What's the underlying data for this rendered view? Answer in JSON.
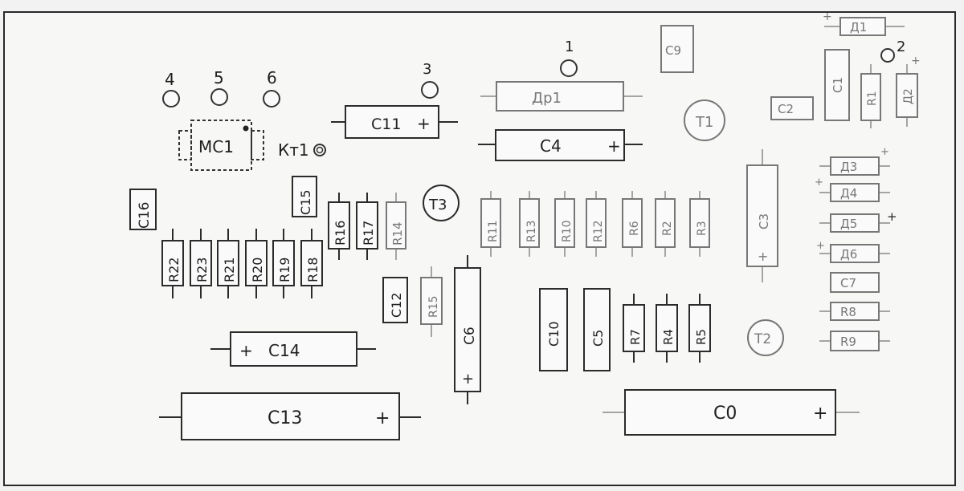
{
  "board": {
    "terminals": [
      "1",
      "2",
      "3",
      "4",
      "5",
      "6"
    ],
    "test_point": "Кт1",
    "ic": "МС1",
    "transistors": [
      "Т1",
      "Т2",
      "Т3"
    ],
    "capacitors": {
      "c0": "С0",
      "c1": "С1",
      "c2": "С2",
      "c3": "С3",
      "c4": "С4",
      "c5": "С5",
      "c6": "С6",
      "c7": "С7",
      "c9": "С9",
      "c10": "С10",
      "c11": "С11",
      "c12": "С12",
      "c13": "С13",
      "c14": "С14",
      "c15": "С15",
      "c16": "С16"
    },
    "resistors": {
      "r1": "R1",
      "r2": "R2",
      "r3": "R3",
      "r4": "R4",
      "r5": "R5",
      "r6": "R6",
      "r7": "R7",
      "r8": "R8",
      "r9": "R9",
      "r10": "R10",
      "r11": "R11",
      "r12": "R12",
      "r13": "R13",
      "r14": "R14",
      "r15": "R15",
      "r16": "R16",
      "r17": "R17",
      "r18": "R18",
      "r19": "R19",
      "r20": "R20",
      "r21": "R21",
      "r22": "R22",
      "r23": "R23"
    },
    "diodes": {
      "d1": "Д1",
      "d2": "Д2",
      "d3": "Д3",
      "d4": "Д4",
      "d5": "Д5",
      "d6": "Д6"
    },
    "choke": "Др1",
    "plus": "+"
  }
}
